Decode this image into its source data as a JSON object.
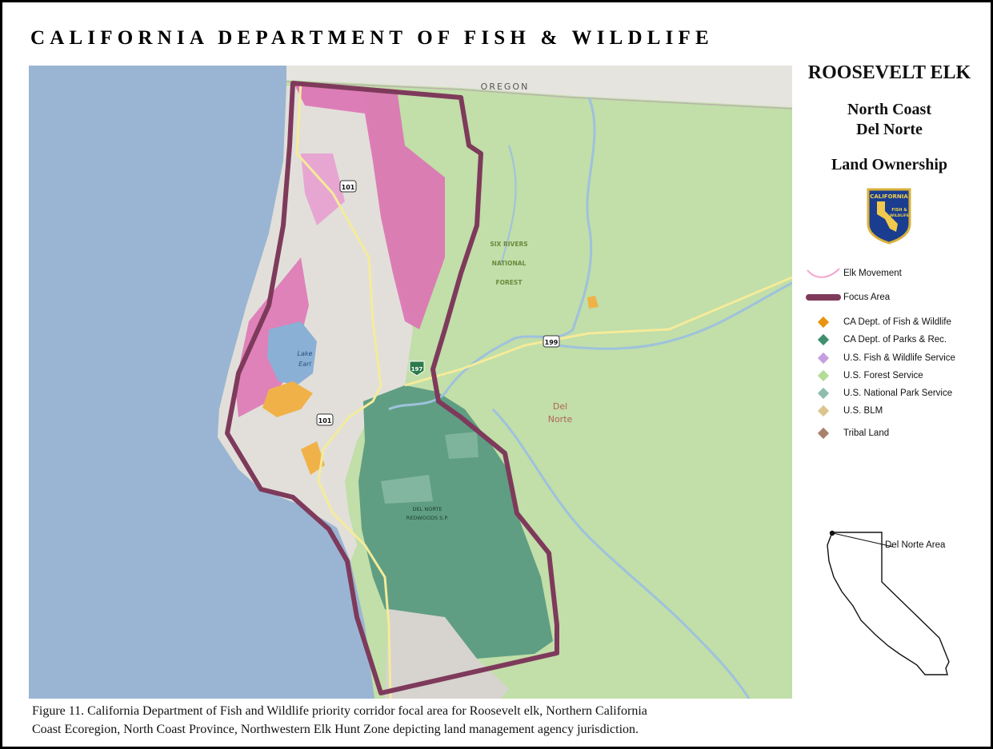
{
  "header": {
    "title": "CALIFORNIA DEPARTMENT OF FISH & WILDLIFE"
  },
  "side_panel": {
    "heading": "ROOSEVELT ELK",
    "region_line1": "North Coast",
    "region_line2": "Del Norte",
    "subject": "Land Ownership",
    "badge": {
      "line1": "CALIFORNIA",
      "line2": "FISH &",
      "line3": "WILDLIFE",
      "icon": "cdfw-shield-badge"
    }
  },
  "legend": {
    "items": [
      {
        "label": "Elk Movement",
        "symbol": "line",
        "color": "#f2a6cf"
      },
      {
        "label": "Focus Area",
        "symbol": "thick-line",
        "color": "#7e3a5b"
      },
      {
        "label": "CA  Dept. of Fish & Wildlife",
        "symbol": "diamond",
        "color": "#e8940c"
      },
      {
        "label": "CA  Dept. of Parks & Rec.",
        "symbol": "diamond",
        "color": "#3f8f6e"
      },
      {
        "label": "U.S. Fish & Wildlife Service",
        "symbol": "diamond",
        "color": "#c59ee0"
      },
      {
        "label": "U.S. Forest Service",
        "symbol": "diamond",
        "color": "#b4dc96"
      },
      {
        "label": "U.S. National Park Service",
        "symbol": "diamond",
        "color": "#8fbcae"
      },
      {
        "label": "U.S. BLM",
        "symbol": "diamond",
        "color": "#dcc48e"
      },
      {
        "label": "Tribal Land",
        "symbol": "diamond",
        "color": "#a8826a"
      }
    ]
  },
  "inset": {
    "label": "Del Norte Area"
  },
  "map_labels": {
    "state": "OREGON",
    "forest_1": "SIX RIVERS",
    "forest_2": "NATIONAL",
    "forest_3": "FOREST",
    "county_1": "Del",
    "county_2": "Norte",
    "lake_1": "Lake",
    "lake_2": "Earl",
    "park_1": "DEL NORTE",
    "park_2": "REDWOODS S.P.",
    "shield_101_a": "101",
    "shield_101_b": "101",
    "shield_199": "199",
    "shield_197": "197"
  },
  "caption": {
    "line1": "Figure 11. California Department of Fish and Wildlife priority corridor focal area for Roosevelt elk, Northern California",
    "line2": "Coast Ecoregion, North Coast Province, Northwestern Elk Hunt Zone depicting land management agency jurisdiction."
  },
  "colors": {
    "ocean": "#9ab5d3",
    "forest_service": "#c2dea9",
    "parks": "#5f9e83",
    "private_pink": "#dd72b3",
    "focus_area": "#7e3a5b",
    "river": "#9ec2dc",
    "highway": "#f4eb9a"
  }
}
